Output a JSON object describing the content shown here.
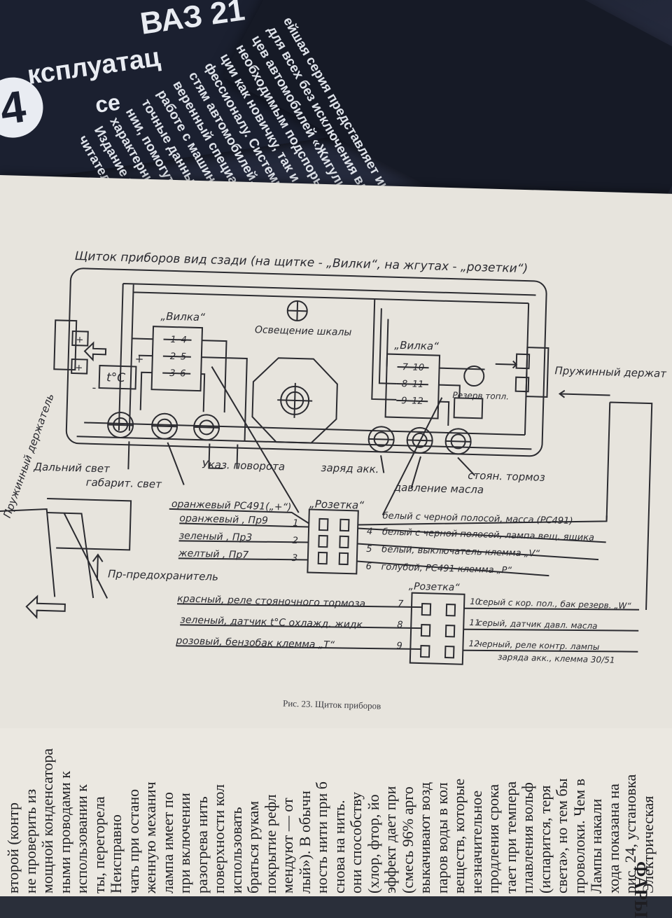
{
  "cover": {
    "title_line1": "ВАЗ 21",
    "title_line2": "ксплуатац",
    "title_line3": "се",
    "series_number": "4",
    "blurb_lines": [
      "ейшая серия представляет инте-",
      "для всех без исключения владель-",
      "цев автомобилей «Жигули» и являет-",
      "необходимым подспорьем в эксплуата-",
      "ции как новичку, так и опытному про-",
      "фессионалу. Системный подход к трудо-",
      "стям автомобилей, неоднократно про-",
      "веренный специалистами на практике,",
      "работе с машиной, грамотные рекомен-",
      "точные данные, приведенные в «бол-",
      "нии, помогут разобраться",
      "характерными",
      "Издание рассчитано",
      "читателей."
    ]
  },
  "diagram": {
    "title": "Щиток приборов вид сзади (на щитке - „Вилки“, на жгутах - „розетки“)",
    "left_holder": "Пружинный держатель",
    "right_holder": "Пружинный держатель",
    "temp_gauge": "t°C",
    "plus": "+",
    "minus": "-",
    "vilka_left": "„Вилка“",
    "vilka_right": "„Вилка“",
    "left_pins": [
      "1",
      "4",
      "2",
      "5",
      "3",
      "6"
    ],
    "right_pins": [
      "7",
      "10",
      "8",
      "11",
      "9",
      "12"
    ],
    "scale_light": "Освещение шкалы",
    "reserve_fuel": "Резерв топл.",
    "lamps": {
      "high_beam": "Дальний свет",
      "side_light": "габарит. свет",
      "turn": "Указ. поворота",
      "charge": "заряд акк.",
      "oil": "давление масла",
      "parking": "стоян. тормоз"
    },
    "rozetka_1": "„Розетка“",
    "rozetka_2": "„Розетка“",
    "fuse_label": "Пр-предохранитель",
    "socket1_left": [
      {
        "text": "оранжевый РС491(„+“)",
        "pin": ""
      },
      {
        "text": "оранжевый ,  Пр9",
        "pin": "1"
      },
      {
        "text": "зеленый ,   Пр3",
        "pin": "2"
      },
      {
        "text": "желтый ,   Пр7",
        "pin": "3"
      }
    ],
    "socket1_right": [
      {
        "text": "белый с черной полосой, масса (РС491)",
        "pin": ""
      },
      {
        "text": "белый с черной полосой, лампа вещ. ящика",
        "pin": "4"
      },
      {
        "text": "белый, выключатель       клемма „V“",
        "pin": "5"
      },
      {
        "text": "голубой, РС491 клемма „Р“",
        "pin": "6"
      }
    ],
    "socket2_left": [
      {
        "text": "красный, реле стояночного тормоза",
        "pin": "7"
      },
      {
        "text": "зеленый, датчик t°С охлажд. жидк.",
        "pin": "8"
      },
      {
        "text": "розовый, бензобак клемма „Т“",
        "pin": "9"
      }
    ],
    "socket2_right": [
      {
        "text": "серый с кор. пол., бак резерв. „W“",
        "pin": "10"
      },
      {
        "text": "серый, датчик давл. масла",
        "pin": "11"
      },
      {
        "text": "черный, реле контр. лампы",
        "pin": "12"
      },
      {
        "text": "заряда акк., клемма 30/51",
        "pin": ""
      }
    ]
  },
  "caption": "Рис. 23. Щиток приборов",
  "next_page_lines": [
    "второй (контр",
    "не проверить из",
    "мощной конденсатора",
    "ными проводами к",
    "использовании к",
    "ты, перегорела",
    "Неисправно",
    "чать при остано",
    "женную механич",
    "лампа имеет по",
    "при включении",
    "разогрева нить",
    "поверхности кол",
    "использовать",
    "браться рукам",
    "покрытие рефл",
    "мендуют — от",
    "лый»). В обычн",
    "ность нити при б",
    "снова на нить.",
    "они способству",
    "(хлор, фтор, йо",
    "эффект дает при",
    "(смесь 96% арго",
    "выкачивают возд",
    "паров воды в кол",
    "веществ, которые",
    "незначительное",
    "продления срока",
    "тает при темпера",
    "плавления вольф",
    "(испарится, теря",
    "света», но тем бы",
    "проволоки. Чем в",
    "Лампы накали",
    "хода показана на",
    "рис. 24, установка",
    "Электрическая"
  ],
  "next_page_title": "ФАРЫ"
}
